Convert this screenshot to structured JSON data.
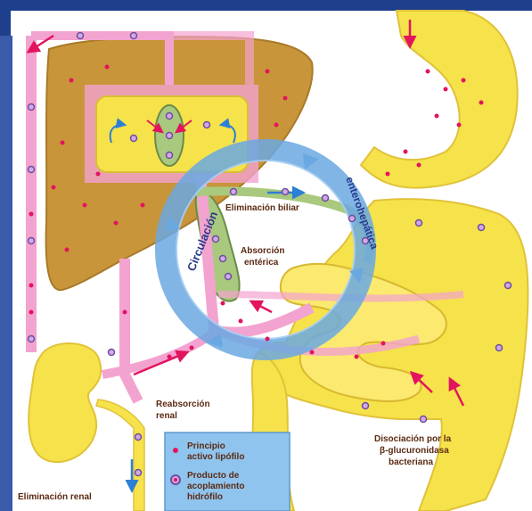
{
  "labels": {
    "biliary_elimination": "Eliminación biliar",
    "enteric_absorption_1": "Absorción",
    "enteric_absorption_2": "entérica",
    "renal_reabsorption_1": "Reabsorción",
    "renal_reabsorption_2": "renal",
    "renal_elimination": "Eliminación renal",
    "dissociation_1": "Disociación por la",
    "dissociation_2": "β-glucuronidasa",
    "dissociation_3": "bacteriana",
    "ring_left": "Circulación",
    "ring_right": "enterohepática"
  },
  "legend": {
    "item1_line1": "Principio",
    "item1_line2": "activo lipófilo",
    "item2_line1": "Producto de",
    "item2_line2": "acoplamiento",
    "item2_line3": "hidrófilo"
  },
  "colors": {
    "frame": "#1d3f8c",
    "background": "#ffffff",
    "liver": "#c9953a",
    "gut": "#f6e24a",
    "ring": "#6aa8e2",
    "vessel": "#f3a3cf",
    "dot": "#e3145e",
    "legend_bg": "#8fc4ee",
    "arrow": "#e3145e",
    "blue_arrow": "#2c7fd6"
  },
  "icons": {
    "liver": "liver-organ",
    "kidney": "kidney-organ",
    "stomach": "stomach-organ",
    "intestine": "intestine-organ",
    "gallbladder": "gallbladder-organ"
  }
}
